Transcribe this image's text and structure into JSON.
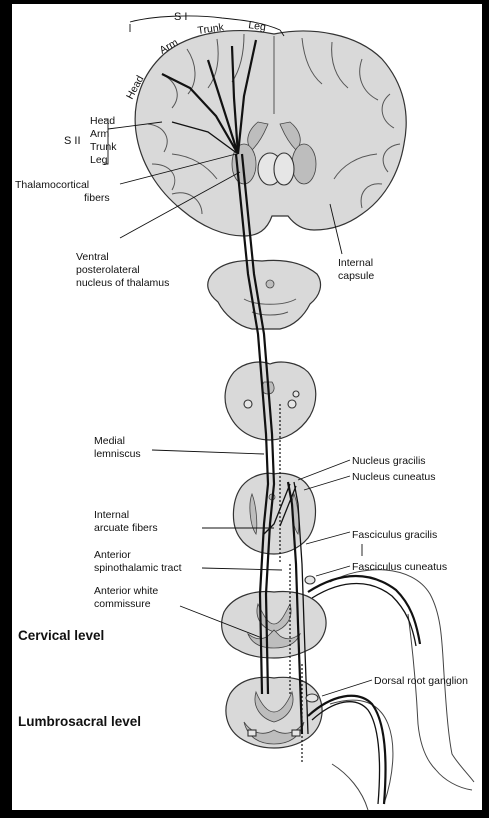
{
  "labels": {
    "s1": "S I",
    "head_arc": "Head",
    "arm_arc": "Arm",
    "trunk_arc": "Trunk",
    "leg_arc": "Leg",
    "s2": "S II",
    "s2_head": "Head",
    "s2_arm": "Arm",
    "s2_trunk": "Trunk",
    "s2_leg": "Leg",
    "thalamocortical_1": "Thalamocortical",
    "thalamocortical_2": "fibers",
    "vpl_1": "Ventral",
    "vpl_2": "posterolateral",
    "vpl_3": "nucleus of thalamus",
    "internal_capsule_1": "Internal",
    "internal_capsule_2": "capsule",
    "medial_lemniscus_1": "Medial",
    "medial_lemniscus_2": "lemniscus",
    "nucleus_gracilis": "Nucleus gracilis",
    "nucleus_cuneatus": "Nucleus cuneatus",
    "internal_arcuate_1": "Internal",
    "internal_arcuate_2": "arcuate fibers",
    "fasciculus_gracilis": "Fasciculus gracilis",
    "fasciculus_cuneatus": "Fasciculus cuneatus",
    "anterior_spinothalamic_1": "Anterior",
    "anterior_spinothalamic_2": "spinothalamic tract",
    "anterior_white_1": "Anterior white",
    "anterior_white_2": "commissure",
    "dorsal_root_ganglion": "Dorsal root ganglion",
    "cervical_level": "Cervical level",
    "lumbrosacral_level": "Lumbrosacral level"
  }
}
